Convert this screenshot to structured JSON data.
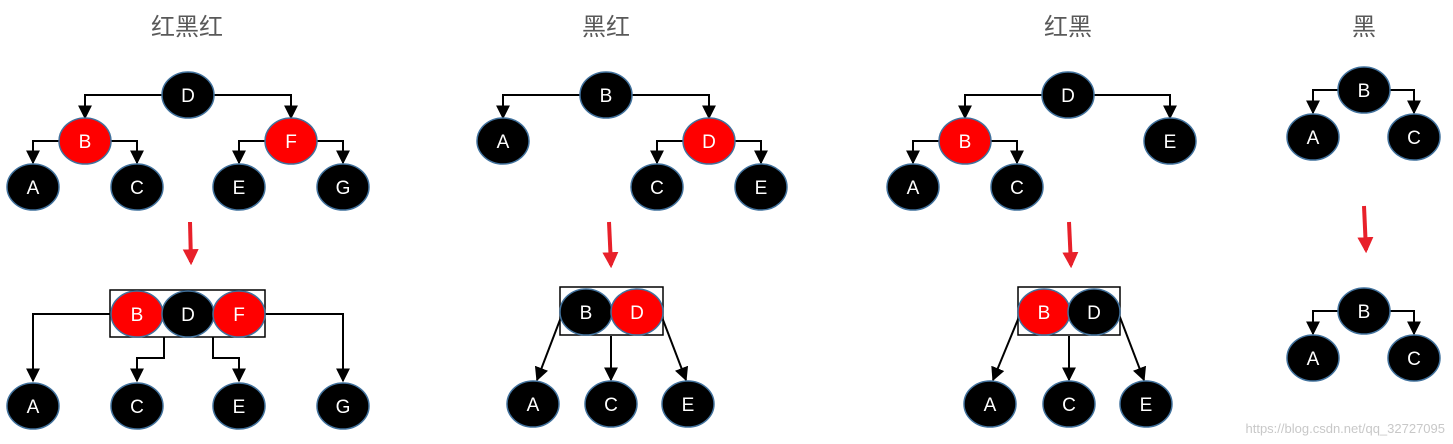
{
  "colors": {
    "black_node": "#000000",
    "red_node": "#ff0000",
    "node_outline": "#41719c",
    "edge": "#000000",
    "arrow_down": "#e8202a",
    "box": "#000000"
  },
  "panels": [
    {
      "title": "红黑红",
      "before_nodes": [
        {
          "label": "D",
          "color": "black"
        },
        {
          "label": "B",
          "color": "red"
        },
        {
          "label": "F",
          "color": "red"
        },
        {
          "label": "A",
          "color": "black"
        },
        {
          "label": "C",
          "color": "black"
        },
        {
          "label": "E",
          "color": "black"
        },
        {
          "label": "G",
          "color": "black"
        }
      ],
      "after_group": [
        {
          "label": "B",
          "color": "red"
        },
        {
          "label": "D",
          "color": "black"
        },
        {
          "label": "F",
          "color": "red"
        }
      ],
      "after_children": [
        {
          "label": "A",
          "color": "black"
        },
        {
          "label": "C",
          "color": "black"
        },
        {
          "label": "E",
          "color": "black"
        },
        {
          "label": "G",
          "color": "black"
        }
      ]
    },
    {
      "title": "黑红",
      "before_nodes": [
        {
          "label": "B",
          "color": "black"
        },
        {
          "label": "A",
          "color": "black"
        },
        {
          "label": "D",
          "color": "red"
        },
        {
          "label": "C",
          "color": "black"
        },
        {
          "label": "E",
          "color": "black"
        }
      ],
      "after_group": [
        {
          "label": "B",
          "color": "black"
        },
        {
          "label": "D",
          "color": "red"
        }
      ],
      "after_children": [
        {
          "label": "A",
          "color": "black"
        },
        {
          "label": "C",
          "color": "black"
        },
        {
          "label": "E",
          "color": "black"
        }
      ]
    },
    {
      "title": "红黑",
      "before_nodes": [
        {
          "label": "D",
          "color": "black"
        },
        {
          "label": "B",
          "color": "red"
        },
        {
          "label": "E",
          "color": "black"
        },
        {
          "label": "A",
          "color": "black"
        },
        {
          "label": "C",
          "color": "black"
        }
      ],
      "after_group": [
        {
          "label": "B",
          "color": "red"
        },
        {
          "label": "D",
          "color": "black"
        }
      ],
      "after_children": [
        {
          "label": "A",
          "color": "black"
        },
        {
          "label": "C",
          "color": "black"
        },
        {
          "label": "E",
          "color": "black"
        }
      ]
    },
    {
      "title": "黑",
      "before_nodes": [
        {
          "label": "B",
          "color": "black"
        },
        {
          "label": "A",
          "color": "black"
        },
        {
          "label": "C",
          "color": "black"
        }
      ],
      "after_group": [
        {
          "label": "B",
          "color": "black"
        }
      ],
      "after_children": [
        {
          "label": "A",
          "color": "black"
        },
        {
          "label": "C",
          "color": "black"
        }
      ]
    }
  ],
  "watermark": "https://blog.csdn.net/qq_32727095"
}
